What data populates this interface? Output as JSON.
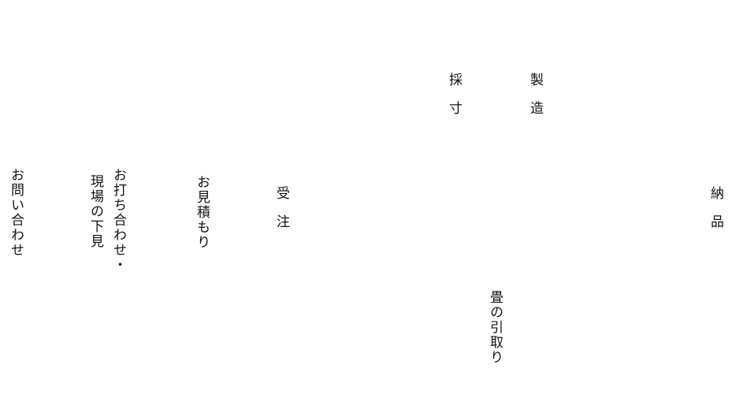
{
  "steps": {
    "inquiry": "お問い合わせ",
    "meeting_line1": "お打ち合わせ・",
    "meeting_line2": "現場の下見",
    "estimate": "お見積もり",
    "order": "受注",
    "measure": "採寸",
    "pickup": "畳の引取り",
    "make": "製造",
    "deliver": "納品"
  }
}
